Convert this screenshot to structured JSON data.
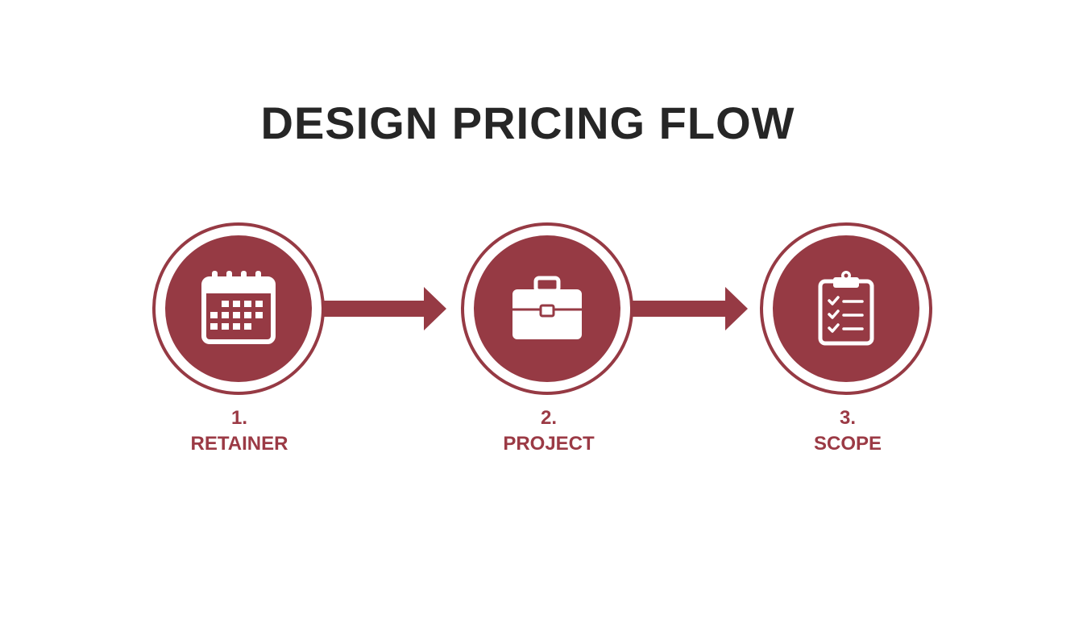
{
  "title": "DESIGN PRICING FLOW",
  "colors": {
    "accent": "#963a44",
    "label": "#9b3a45",
    "title": "#262626",
    "icon": "#ffffff"
  },
  "steps": [
    {
      "number": "1.",
      "label": "RETAINER",
      "icon": "calendar-icon"
    },
    {
      "number": "2.",
      "label": "PROJECT",
      "icon": "briefcase-icon"
    },
    {
      "number": "3.",
      "label": "SCOPE",
      "icon": "clipboard-checklist-icon"
    }
  ]
}
